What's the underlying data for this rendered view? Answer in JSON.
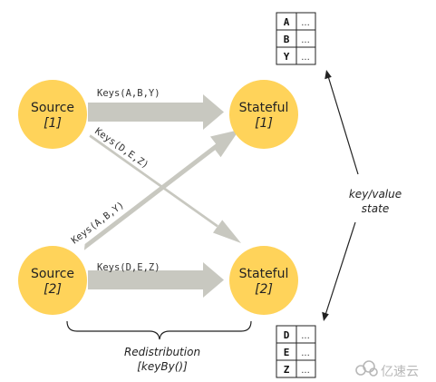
{
  "colors": {
    "node_fill": "#FFD35A",
    "arrow_fill": "#C8C8C0",
    "line": "#222222"
  },
  "nodes": {
    "source1": {
      "title": "Source",
      "index": "[1]"
    },
    "source2": {
      "title": "Source",
      "index": "[2]"
    },
    "stateful1": {
      "title": "Stateful",
      "index": "[1]"
    },
    "stateful2": {
      "title": "Stateful",
      "index": "[2]"
    }
  },
  "edges": {
    "s1_to_t1": "Keys(A,B,Y)",
    "s1_to_t2": "Keys(D,E,Z)",
    "s2_to_t1": "Keys(A,B,Y)",
    "s2_to_t2": "Keys(D,E,Z)"
  },
  "state_tables": {
    "top": {
      "rows": [
        {
          "key": "A",
          "value": "..."
        },
        {
          "key": "B",
          "value": "..."
        },
        {
          "key": "Y",
          "value": "..."
        }
      ]
    },
    "bottom": {
      "rows": [
        {
          "key": "D",
          "value": "..."
        },
        {
          "key": "E",
          "value": "..."
        },
        {
          "key": "Z",
          "value": "..."
        }
      ]
    }
  },
  "annotations": {
    "state_label_line1": "key/value",
    "state_label_line2": "state",
    "redistribution_line1": "Redistribution",
    "redistribution_line2": "[keyBy()]"
  },
  "watermark": {
    "text": "亿速云",
    "icon": "cloud-logo-icon"
  }
}
